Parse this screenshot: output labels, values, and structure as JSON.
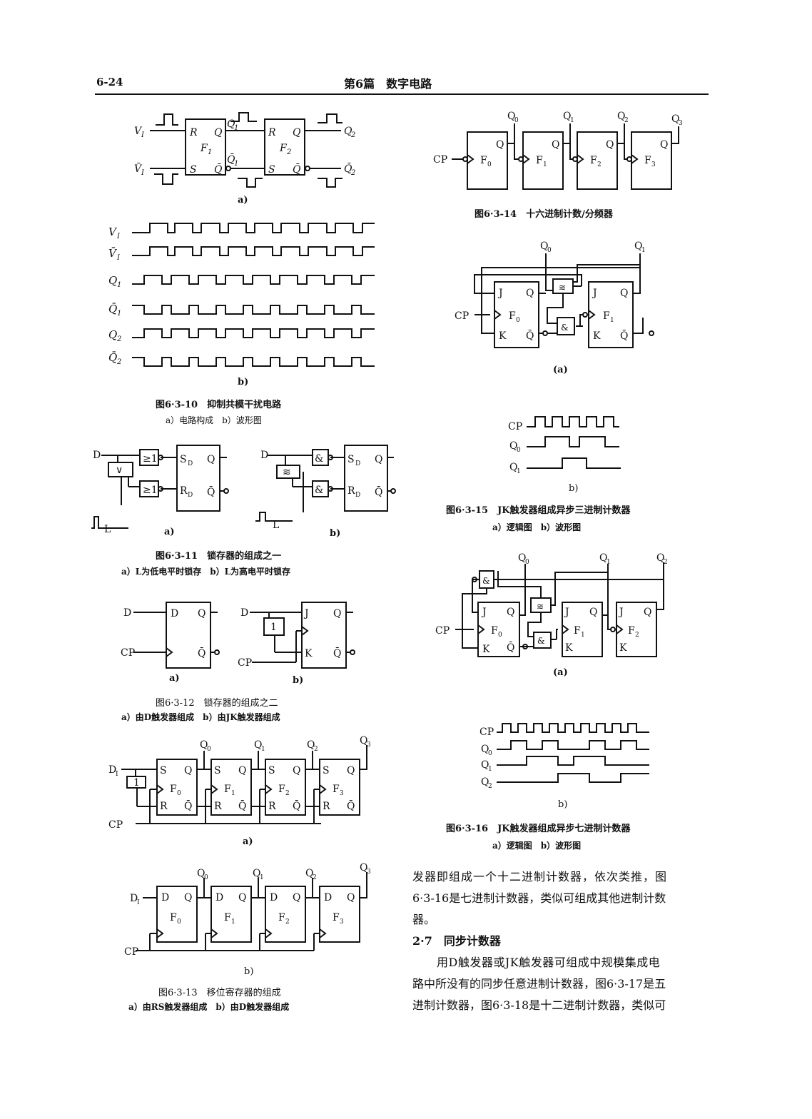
{
  "header": {
    "page_number": "6-24",
    "section_title": "第6篇　数字电路"
  },
  "figures": {
    "f10": {
      "sub_a": "a)",
      "sub_b": "b)",
      "caption": "图6·3-10　抑制共模干扰电路",
      "subcaption": "a）电路构成　b）波形图",
      "signals": [
        "V",
        "V̄",
        "Q",
        "Q̄",
        "Q",
        "Q̄"
      ]
    },
    "f11": {
      "sub_a": "a)",
      "sub_b": "b)",
      "caption": "图6·3-11　锁存器的组成之一",
      "subcaption": "a）L为低电平时锁存　b）L为高电平时锁存"
    },
    "f12": {
      "sub_a": "a)",
      "sub_b": "b)",
      "caption": "图6·3-12　锁存器的组成之二",
      "subcaption": "a）由D触发器组成　b）由JK触发器组成"
    },
    "f13": {
      "sub_a": "a)",
      "sub_b": "b)",
      "caption": "图6·3-13　移位寄存器的组成",
      "subcaption": "a）由RS触发器组成　b）由D触发器组成"
    },
    "f14": {
      "caption": "图6·3-14　十六进制计数/分频器"
    },
    "f15": {
      "sub_a": "(a)",
      "sub_b": "b)",
      "caption": "图6·3-15　JK触发器组成异步三进制计数器",
      "subcaption": "a）逻辑图　b）波形图"
    },
    "f16": {
      "sub_a": "(a)",
      "sub_b": "b)",
      "caption": "图6·3-16　JK触发器组成异步七进制计数器",
      "subcaption": "a）逻辑图　b）波形图"
    }
  },
  "body_text": {
    "line1": "发器即组成一个十二进制计数器，依次类推，图",
    "line2": "6·3-16是七进制计数器，类似可组成其他进制计数",
    "line3": "器。",
    "section_heading": "2·7　同步计数器",
    "line4": "用D触发器或JK触发器可组成中规模集成电",
    "line5": "路中所没有的同步任意进制计数器，图6·3-17是五",
    "line6": "进制计数器，图6·3-18是十二进制计数器，类似可"
  }
}
